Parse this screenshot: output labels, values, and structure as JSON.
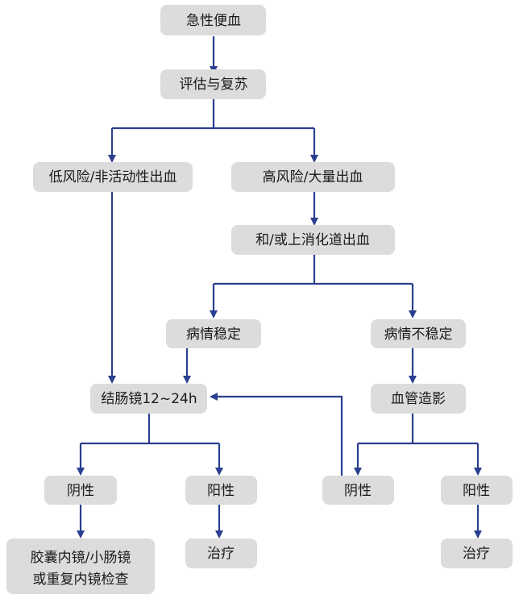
{
  "colors": {
    "node_fill": "#dcdcdc",
    "edge": "#2a3f8f",
    "text": "#1a1a1a"
  },
  "nodes": {
    "acute_hematochezia": "急性便血",
    "assess_resuscitate": "评估与复苏",
    "low_risk": "低风险/非活动性出血",
    "high_risk": "高风险/大量出血",
    "upper_gi": "和/或上消化道出血",
    "stable": "病情稳定",
    "unstable": "病情不稳定",
    "colonoscopy": "结肠镜12~24h",
    "angiography": "血管造影",
    "colo_negative": "阴性",
    "colo_positive": "阳性",
    "angio_negative": "阴性",
    "angio_positive": "阳性",
    "capsule_line1": "胶囊内镜/小肠镜",
    "capsule_line2": "或重复内镜检查",
    "treat_left": "治疗",
    "treat_right": "治疗"
  }
}
